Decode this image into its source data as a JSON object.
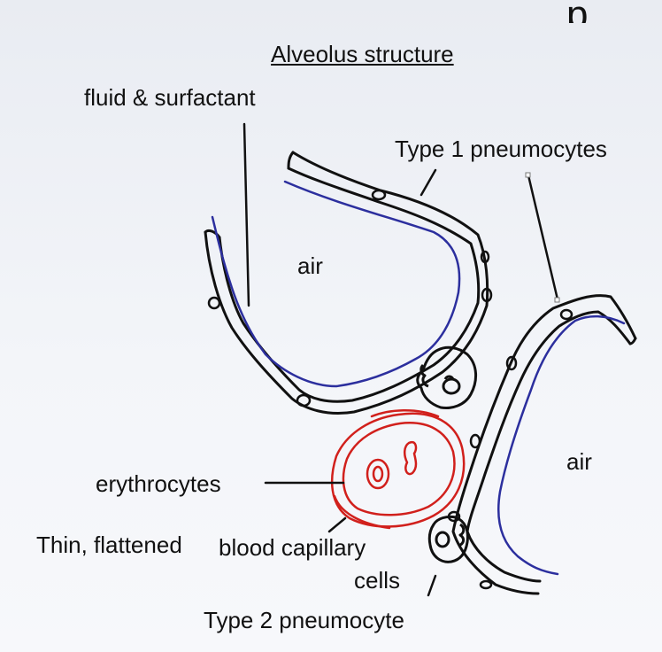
{
  "title": "Alveolus structure",
  "labels": {
    "fluid_surfactant": "fluid & surfactant",
    "type1": "Type 1 pneumocytes",
    "air_left": "air",
    "air_right": "air",
    "erythrocytes": "erythrocytes",
    "thin_flattened": "Thin, flattened",
    "blood_capillary": "blood capillary",
    "cells": "cells",
    "type2": "Type 2 pneumocyte"
  },
  "colors": {
    "wall": "#111111",
    "surfactant": "#2c2f9e",
    "capillary": "#d1201c"
  }
}
